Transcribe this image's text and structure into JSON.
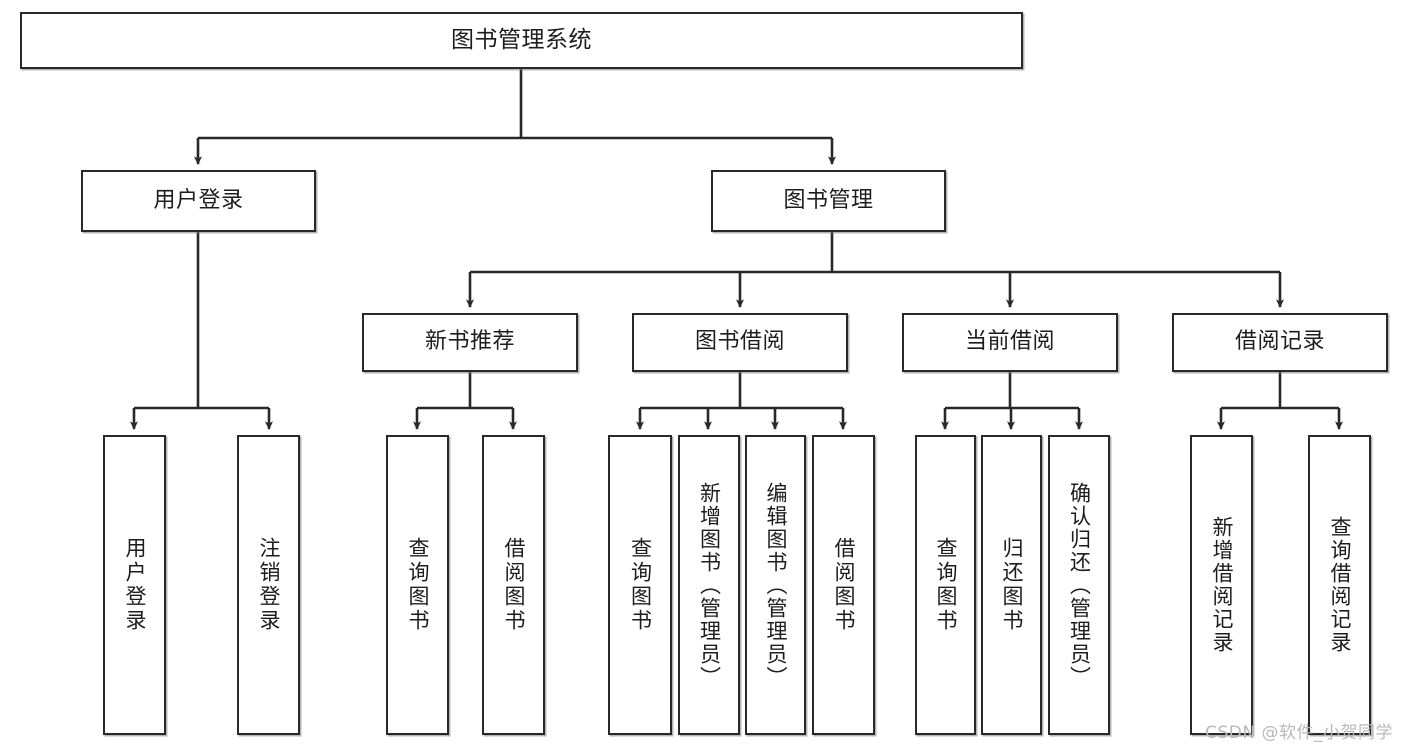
{
  "diagram": {
    "title": "图书管理系统",
    "type": "tree",
    "watermark": "CSDN @软件_小贺同学",
    "colors": {
      "box_border": "#29282b",
      "box_fill": "#ffffff",
      "edge": "#29282b",
      "text": "#1d1c1f",
      "watermark": "#b9b9bd",
      "background": "#ffffff"
    },
    "root": {
      "label": "图书管理系统"
    },
    "level1": [
      {
        "label": "用户登录"
      },
      {
        "label": "图书管理"
      }
    ],
    "level2": [
      {
        "label": "新书推荐"
      },
      {
        "label": "图书借阅"
      },
      {
        "label": "当前借阅"
      },
      {
        "label": "借阅记录"
      }
    ],
    "leaves": {
      "user_login": [
        {
          "label": "用户登录"
        },
        {
          "label": "注销登录"
        }
      ],
      "new_book_rec": [
        {
          "label": "查询图书"
        },
        {
          "label": "借阅图书"
        }
      ],
      "book_borrow": [
        {
          "label": "查询图书"
        },
        {
          "label": "新增图书（管理员）"
        },
        {
          "label": "编辑图书（管理员）"
        },
        {
          "label": "借阅图书"
        }
      ],
      "current_borrow": [
        {
          "label": "查询图书"
        },
        {
          "label": "归还图书"
        },
        {
          "label": "确认归还（管理员）"
        }
      ],
      "borrow_record": [
        {
          "label": "新增借阅记录"
        },
        {
          "label": "查询借阅记录"
        }
      ]
    }
  }
}
